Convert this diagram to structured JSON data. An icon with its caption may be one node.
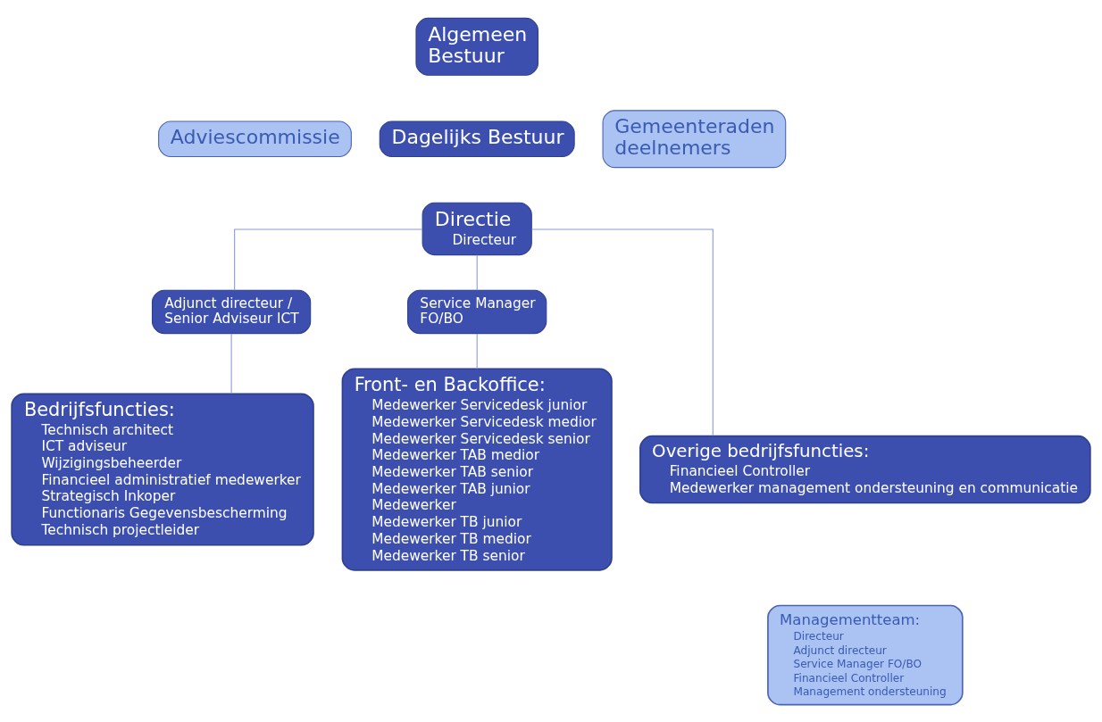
{
  "diagram": {
    "nodes": [
      {
        "text": [
          "Algemeen Bestuur"
        ]
      },
      {
        "text": [
          "Gemeenteraden deelnemers"
        ]
      },
      {
        "text": [
          "Adviescommissie"
        ]
      },
      {
        "text": [
          "Dagelijks Bestuur"
        ]
      },
      {
        "text": [
          "Directie",
          "Directeur"
        ]
      },
      {
        "text": [
          "Adjunct directeur / Senior Adviseur ICT"
        ]
      },
      {
        "text": [
          "Service Manager FO/BO"
        ]
      },
      {
        "text": [
          "Bedrijfsfuncties:",
          "Technisch architect",
          "ICT adviseur",
          "Wijzigingsbeheerder",
          "Financieel administratief medewerker",
          "Strategisch Inkoper",
          "Functionaris Gegevensbescherming",
          "Technisch projectleider"
        ]
      },
      {
        "text": [
          "Front- en Backoffice:",
          "Medewerker Servicedesk junior",
          "Medewerker Servicedesk medior",
          "Medewerker Servicedesk senior",
          "Medewerker TAB medior",
          "Medewerker TAB senior",
          "Medewerker TAB junior",
          "Medewerker",
          "Medewerker TB junior",
          "Medewerker TB medior",
          "Medewerker TB senior"
        ]
      },
      {
        "text": [
          "Overige bedrijfsfuncties:",
          "Financieel Controller",
          "Medewerker management ondersteuning en communicatie"
        ]
      },
      {
        "text": [
          "Managementteam:",
          "Directeur",
          "Adjunct directeur",
          "Service Manager FO/BO",
          "Financieel Controller",
          "Management ondersteuning"
        ]
      }
    ],
    "edges": [
      {
        "from": 4,
        "to": 5,
        "arrow": "none"
      },
      {
        "from": 4,
        "to": 6,
        "arrow": "none"
      },
      {
        "from": 4,
        "to": 9,
        "arrow": "none"
      },
      {
        "from": 5,
        "to": 7,
        "arrow": "none"
      },
      {
        "from": 6,
        "to": 8,
        "arrow": "none"
      }
    ]
  }
}
